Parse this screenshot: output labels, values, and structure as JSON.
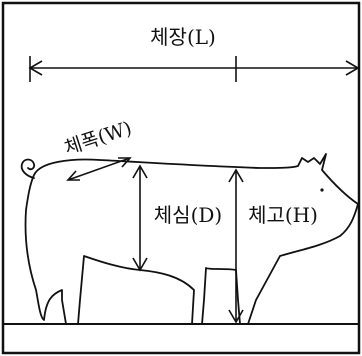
{
  "labels": {
    "length": "체장(L)",
    "width": "체폭(W)",
    "depth": "체심(D)",
    "height": "체고(H)"
  },
  "colors": {
    "ink": "#111111",
    "background": "#ffffff"
  }
}
